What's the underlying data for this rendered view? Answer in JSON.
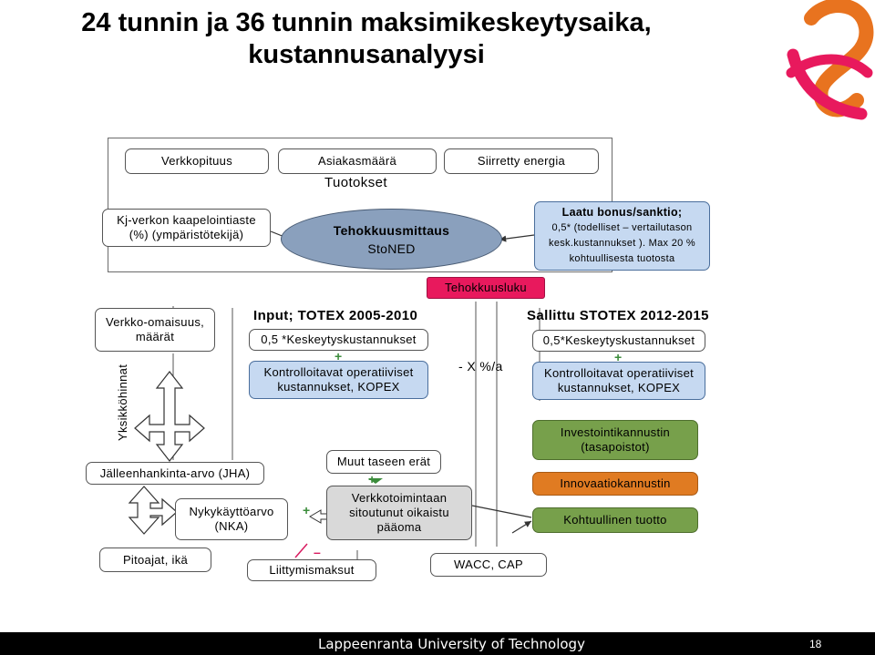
{
  "title": {
    "line1": "24 tunnin ja 36 tunnin maksimikeskeytysaika,",
    "line2": "kustannusanalyysi"
  },
  "revenue": {
    "verkkopituus": "Verkkopituus",
    "asiakasmaara": "Asiakasmäärä",
    "siirretty_energia": "Siirretty energia",
    "tuotokset": "Tuotokset",
    "kaapelointi_line1": "Kj-verkon kaapelointiaste",
    "kaapelointi_line2": "(%) (ympäristötekijä)",
    "efficiency_line1": "Tehokkuusmittaus",
    "efficiency_line2": "StoNED",
    "quality_title": "Laatu bonus/sanktio;",
    "quality_line2": "0,5* (todelliset – vertailutason",
    "quality_line3": "kesk.kustannukset ). Max 20 %",
    "quality_line4": "kohtuullisesta tuotosta",
    "tehokkuusluku": "Tehokkuusluku"
  },
  "left": {
    "verkko_line1": "Verkko-omaisuus,",
    "verkko_line2": "määrät",
    "yksikkohinnat": "Yksikköhinnat",
    "jha": "Jälleenhankinta-arvo (JHA)",
    "nka_line1": "Nykykäyttöarvo",
    "nka_line2": "(NKA)",
    "pitoajat": "Pitoajat, ikä"
  },
  "input": {
    "header": "Input; TOTEX 2005-2010",
    "kesk": "0,5 *Keskeytyskustannukset",
    "plus": "+",
    "kopex_line1": "Kontrolloitavat operatiiviset",
    "kopex_line2": "kustannukset, KOPEX"
  },
  "middle": {
    "rate": "- X %/a",
    "muut": "Muut taseen erät",
    "plus": "+",
    "sit_line1": "Verkkotoimintaan",
    "sit_line2": "sitoutunut oikaistu",
    "sit_line3": "pääoma",
    "liittymismaksut": "Liittymismaksut",
    "minus": "–",
    "wacc": "WACC, CAP",
    "nka_plus": "+"
  },
  "allowed": {
    "header": "Sallittu STOTEX 2012-2015",
    "kesk": "0,5*Keskeytyskustannukset",
    "plus": "+",
    "kopex_line1": "Kontrolloitavat operatiiviset",
    "kopex_line2": "kustannukset, KOPEX",
    "invest_line1": "Investointikannustin",
    "invest_line2": "(tasapoistot)",
    "innov": "Innovaatiokannustin",
    "kohtuullinen": "Kohtuullinen tuotto"
  },
  "footer": {
    "university": "Lappeenranta University of Technology",
    "page": "18"
  },
  "colors": {
    "blue": "#c6d9f1",
    "green": "#77a04b",
    "orange": "#e07b22",
    "pink": "#e8195d",
    "ellipse": "#8aa0bd",
    "logo_orange": "#e8731f",
    "logo_pink": "#e8195d"
  }
}
